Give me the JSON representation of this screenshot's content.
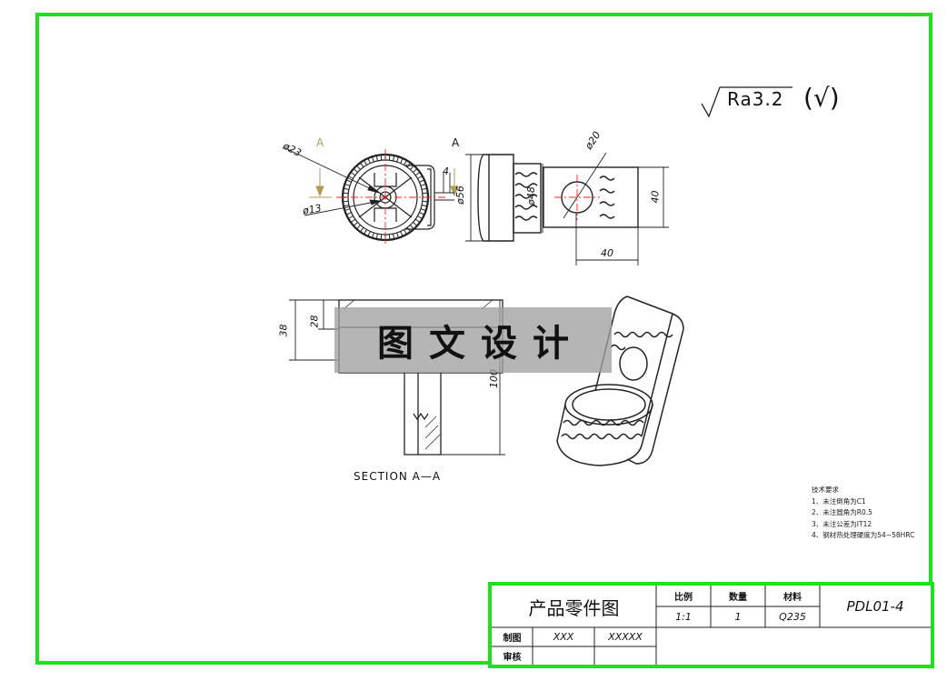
{
  "roughness": {
    "label": "Ra3.2",
    "note": "(√)"
  },
  "section_label": "SECTION A—A",
  "section_marks": {
    "left": "A",
    "right": "A"
  },
  "dimensions": {
    "d23": "ø23",
    "d13": "ø13",
    "d56": "ø56",
    "four": "4",
    "d48": "ø48",
    "d20": "ø20",
    "forty_v": "40",
    "forty_h": "40",
    "thirty_eight": "38",
    "twenty_eight": "28",
    "hundred": "100"
  },
  "watermark": "图文设计",
  "technical_requirements": {
    "title": "技术要求",
    "items": [
      "1、未注倒角为C1",
      "2、未注圆角为R0.5",
      "3、未注公差为IT12",
      "4、钢材热处理硬度为54~58HRC"
    ]
  },
  "title_block": {
    "part_name": "产品零件图",
    "ratio_label": "比例",
    "quantity_label": "数量",
    "material_label": "材料",
    "ratio_value": "1:1",
    "quantity_value": "1",
    "material_value": "Q235",
    "drawing_number": "PDL01-4",
    "drawn_label": "制图",
    "drawn_by": "XXX",
    "date": "XXXXX",
    "review_label": "审核"
  },
  "colors": {
    "border": "#1ee01e",
    "center_line": "#ff2020",
    "dim_gold": "#b39a55"
  }
}
